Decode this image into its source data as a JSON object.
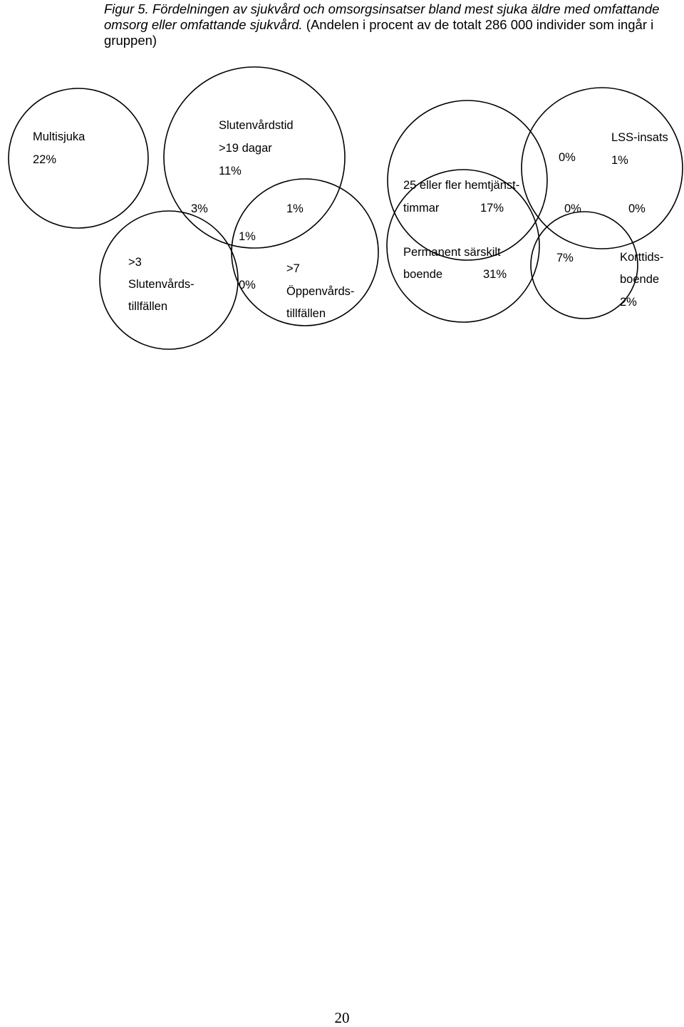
{
  "caption": {
    "italic": "Figur 5. Fördelningen av sjukvård och omsorgsinsatser bland mest sjuka äldre med omfattande omsorg eller omfattande sjukvård.",
    "plain": "(Andelen i procent av de totalt 286 000 individer som ingår i gruppen)"
  },
  "diagram": {
    "left": {
      "multisjuka": [
        "Multisjuka",
        "22%"
      ],
      "slutenvardstid": [
        "Slutenvårdstid",
        ">19 dagar",
        "11%"
      ],
      "slutenvardstillfallen": [
        ">3",
        "Slutenvårds-",
        "tillfällen"
      ],
      "oppenvardstillfallen": [
        ">7",
        "Öppenvårds-",
        "tillfällen"
      ],
      "overlap_sluten_tid_tillf": "3%",
      "overlap_sluten_tid_oppen": "1%",
      "overlap_center": "1%",
      "overlap_tillf_oppen": "0%"
    },
    "right": {
      "hemtjanst": [
        "25 eller fler hemtjänst-",
        "timmar",
        "17%"
      ],
      "lss": [
        "LSS-insats",
        "1%"
      ],
      "sarskilt_boende": [
        "Permanent särskilt",
        "boende",
        "31%"
      ],
      "korttidsboende": [
        "Korttids-",
        "boende",
        "2%"
      ],
      "overlap_hemtjanst_lss": "0%",
      "overlap_hemtjanst_lss_kort": "0%",
      "overlap_lss_kort": "0%",
      "overlap_boende_kort": "7%"
    }
  },
  "page_number": "20"
}
